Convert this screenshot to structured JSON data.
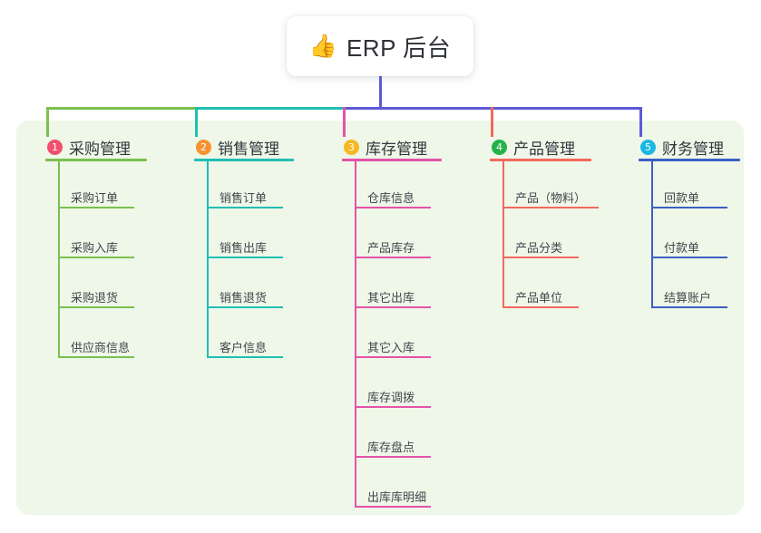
{
  "diagram": {
    "title": "ERP 后台",
    "title_icon": "thumbs-up-icon",
    "title_emoji": "👍",
    "panel_color": "#eef7e8",
    "card_color": "#ffffff",
    "root_connector_color": "#5b5bd6"
  },
  "columns": [
    {
      "number": "1",
      "label": "采购管理",
      "badge_color": "#f1506c",
      "accent_color": "#7cbf4f",
      "bus_color": "#7cbf4f",
      "items": [
        "采购订单",
        "采购入库",
        "采购退货",
        "供应商信息"
      ]
    },
    {
      "number": "2",
      "label": "销售管理",
      "badge_color": "#f6932f",
      "accent_color": "#1fbfb4",
      "bus_color": "#1fbfb4",
      "items": [
        "销售订单",
        "销售出库",
        "销售退货",
        "客户信息"
      ]
    },
    {
      "number": "3",
      "label": "库存管理",
      "badge_color": "#f5b823",
      "accent_color": "#e552a8",
      "bus_color": "#e552a8",
      "items": [
        "仓库信息",
        "产品库存",
        "其它出库",
        "其它入库",
        "库存调拨",
        "库存盘点",
        "出库库明细"
      ]
    },
    {
      "number": "4",
      "label": "产品管理",
      "badge_color": "#25b14c",
      "accent_color": "#f4685e",
      "bus_color": "#f4685e",
      "items": [
        "产品（物料）",
        "产品分类",
        "产品单位"
      ]
    },
    {
      "number": "5",
      "label": "财务管理",
      "badge_color": "#1cb8e0",
      "accent_color": "#3d5fc4",
      "bus_color": "#5b5bd6",
      "items": [
        "回款单",
        "付款单",
        "结算账户"
      ]
    }
  ]
}
